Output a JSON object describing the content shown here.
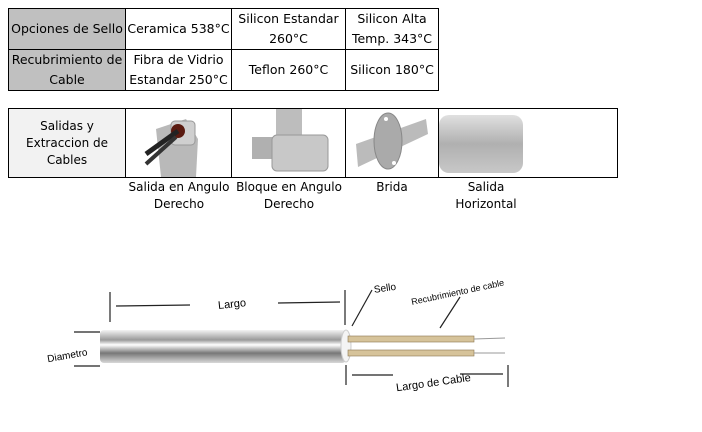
{
  "seal_table": {
    "rows": [
      {
        "header": "Opciones de Sello",
        "cells": [
          "Ceramica 538°C",
          "Silicon Estandar 260°C",
          "Silicon Alta Temp. 343°C"
        ]
      },
      {
        "header": "Recubrimiento de Cable",
        "cells": [
          "Fibra de Vidrio Estandar 250°C",
          "Teflon 260°C",
          "Silicon 180°C"
        ]
      }
    ]
  },
  "exit_table": {
    "header": "Salidas y Extraccion de Cables",
    "options": [
      {
        "caption": "Salida en Angulo Derecho",
        "icon": "right-angle-exit-photo"
      },
      {
        "caption": "Bloque en Angulo Derecho",
        "icon": "right-angle-block-photo"
      },
      {
        "caption": "Brida",
        "icon": "flange-photo"
      },
      {
        "caption": "Salida Horizontal",
        "icon": "straight-exit-photo"
      }
    ]
  },
  "diagram": {
    "labels": {
      "length": "Largo",
      "diameter": "Diametro",
      "seal": "Sello",
      "cable_cover": "Recubrimiento de cable",
      "cable_length": "Largo de Cable"
    }
  }
}
